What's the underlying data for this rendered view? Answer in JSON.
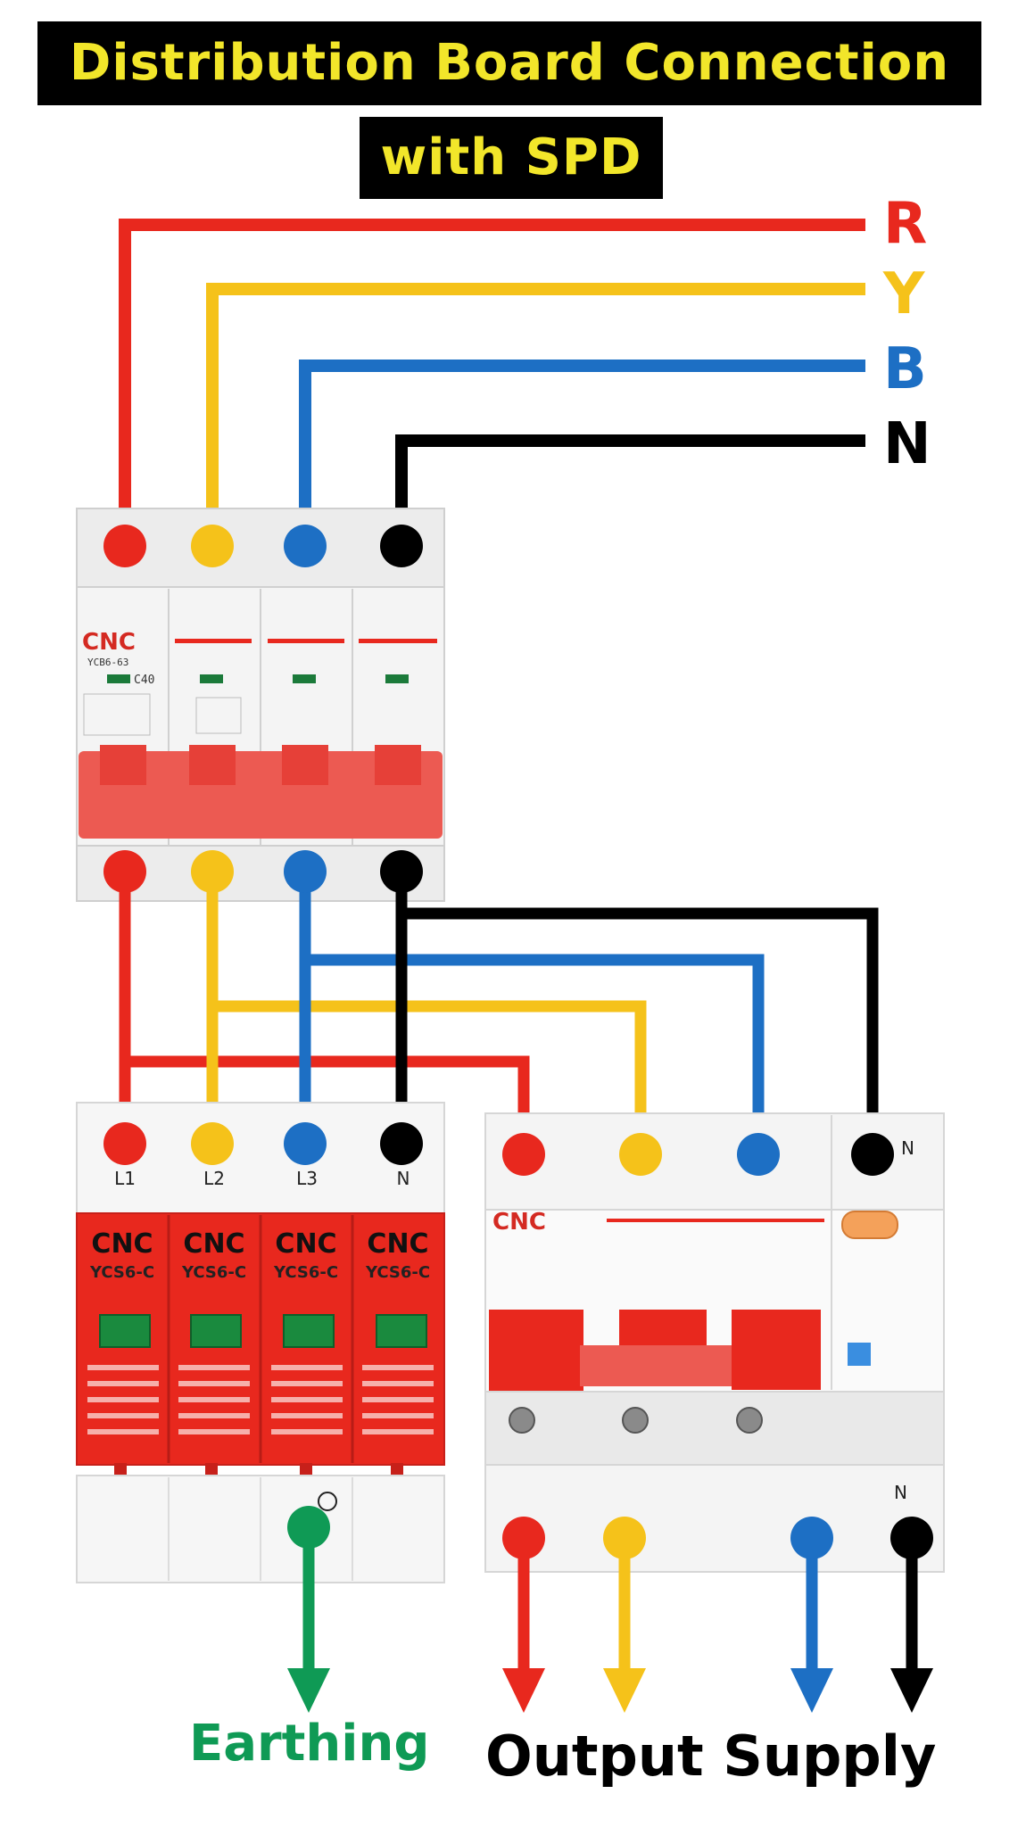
{
  "title": {
    "line1": "Distribution Board Connection",
    "line2": "with SPD"
  },
  "phases": {
    "r": "R",
    "y": "Y",
    "b": "B",
    "n": "N"
  },
  "colors": {
    "red": "#e8281e",
    "yellow": "#f5c21a",
    "blue": "#1d6fc4",
    "black": "#000000",
    "green": "#0f9a55",
    "title_bg": "#000000",
    "title_text": "#f2e62a"
  },
  "mcb": {
    "brand": "CNC",
    "model": "YCB6-63",
    "rating": "C40"
  },
  "spd": {
    "terminals": [
      "L1",
      "L2",
      "L3",
      "N"
    ],
    "modules": [
      {
        "brand": "CNC",
        "model": "YCS6-C"
      },
      {
        "brand": "CNC",
        "model": "YCS6-C"
      },
      {
        "brand": "CNC",
        "model": "YCS6-C"
      },
      {
        "brand": "CNC",
        "model": "YCS6-C"
      }
    ]
  },
  "rccb": {
    "brand": "CNC",
    "neutral_top": "N",
    "neutral_bottom": "N"
  },
  "labels": {
    "earthing": "Earthing",
    "output": "Output Supply"
  }
}
